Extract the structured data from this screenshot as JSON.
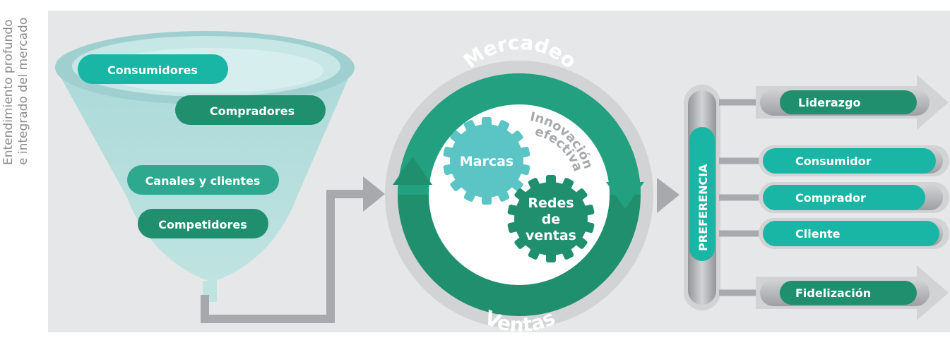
{
  "side_title": {
    "line1": "Entendimiento profundo",
    "line2": "e integrado del mercado"
  },
  "funnel": {
    "consumidores": "Consumidores",
    "compradores": "Compradores",
    "canales": "Canales y clientes",
    "competidores": "Competidores"
  },
  "cycle": {
    "mercadeo": "Mercadeo",
    "ventas": "Ventas",
    "innovacion_line1": "Innovación",
    "innovacion_line2": "efectiva",
    "marcas": "Marcas",
    "redes_line1": "Redes",
    "redes_line2": "de",
    "redes_line3": "ventas"
  },
  "preference": {
    "label": "PREFERENCIA"
  },
  "outcomes": {
    "liderazgo": "Liderazgo",
    "consumidor": "Consumidor",
    "comprador": "Comprador",
    "cliente": "Cliente",
    "fidelizacion": "Fidelización"
  },
  "colors": {
    "background": "#e6e7e8",
    "teal": "#19b5a5",
    "dark_green": "#1f8f6e",
    "funnel_light": "#bfe3e2",
    "gear": "#5bc4c4",
    "gray_arrow": "#a7a9ac"
  }
}
